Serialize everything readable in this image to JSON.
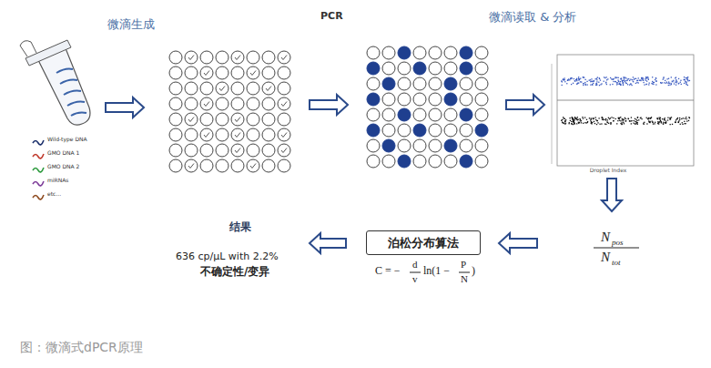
{
  "diagram": {
    "caption": "图：微滴式dPCR原理",
    "nodes": [
      {
        "text": [
          "泊松分布算法"
        ]
      }
    ],
    "labels": [
      "微滴生成",
      "PCR",
      "微滴读取 & 分析",
      "Droplet Index",
      "结果",
      "636 cp/μL with 2.2%",
      "不确定性/变异",
      "C = −",
      "d",
      "v",
      "ln(1 −",
      "P",
      "N",
      ")",
      "N",
      "pos",
      "N",
      "tot"
    ],
    "legend": [
      {
        "text": "Wild-type DNA"
      },
      {
        "text": "GMO DNA 1"
      },
      {
        "text": "GMO DNA 2"
      },
      {
        "text": "miRNAs"
      },
      {
        "text": "etc..."
      }
    ]
  }
}
